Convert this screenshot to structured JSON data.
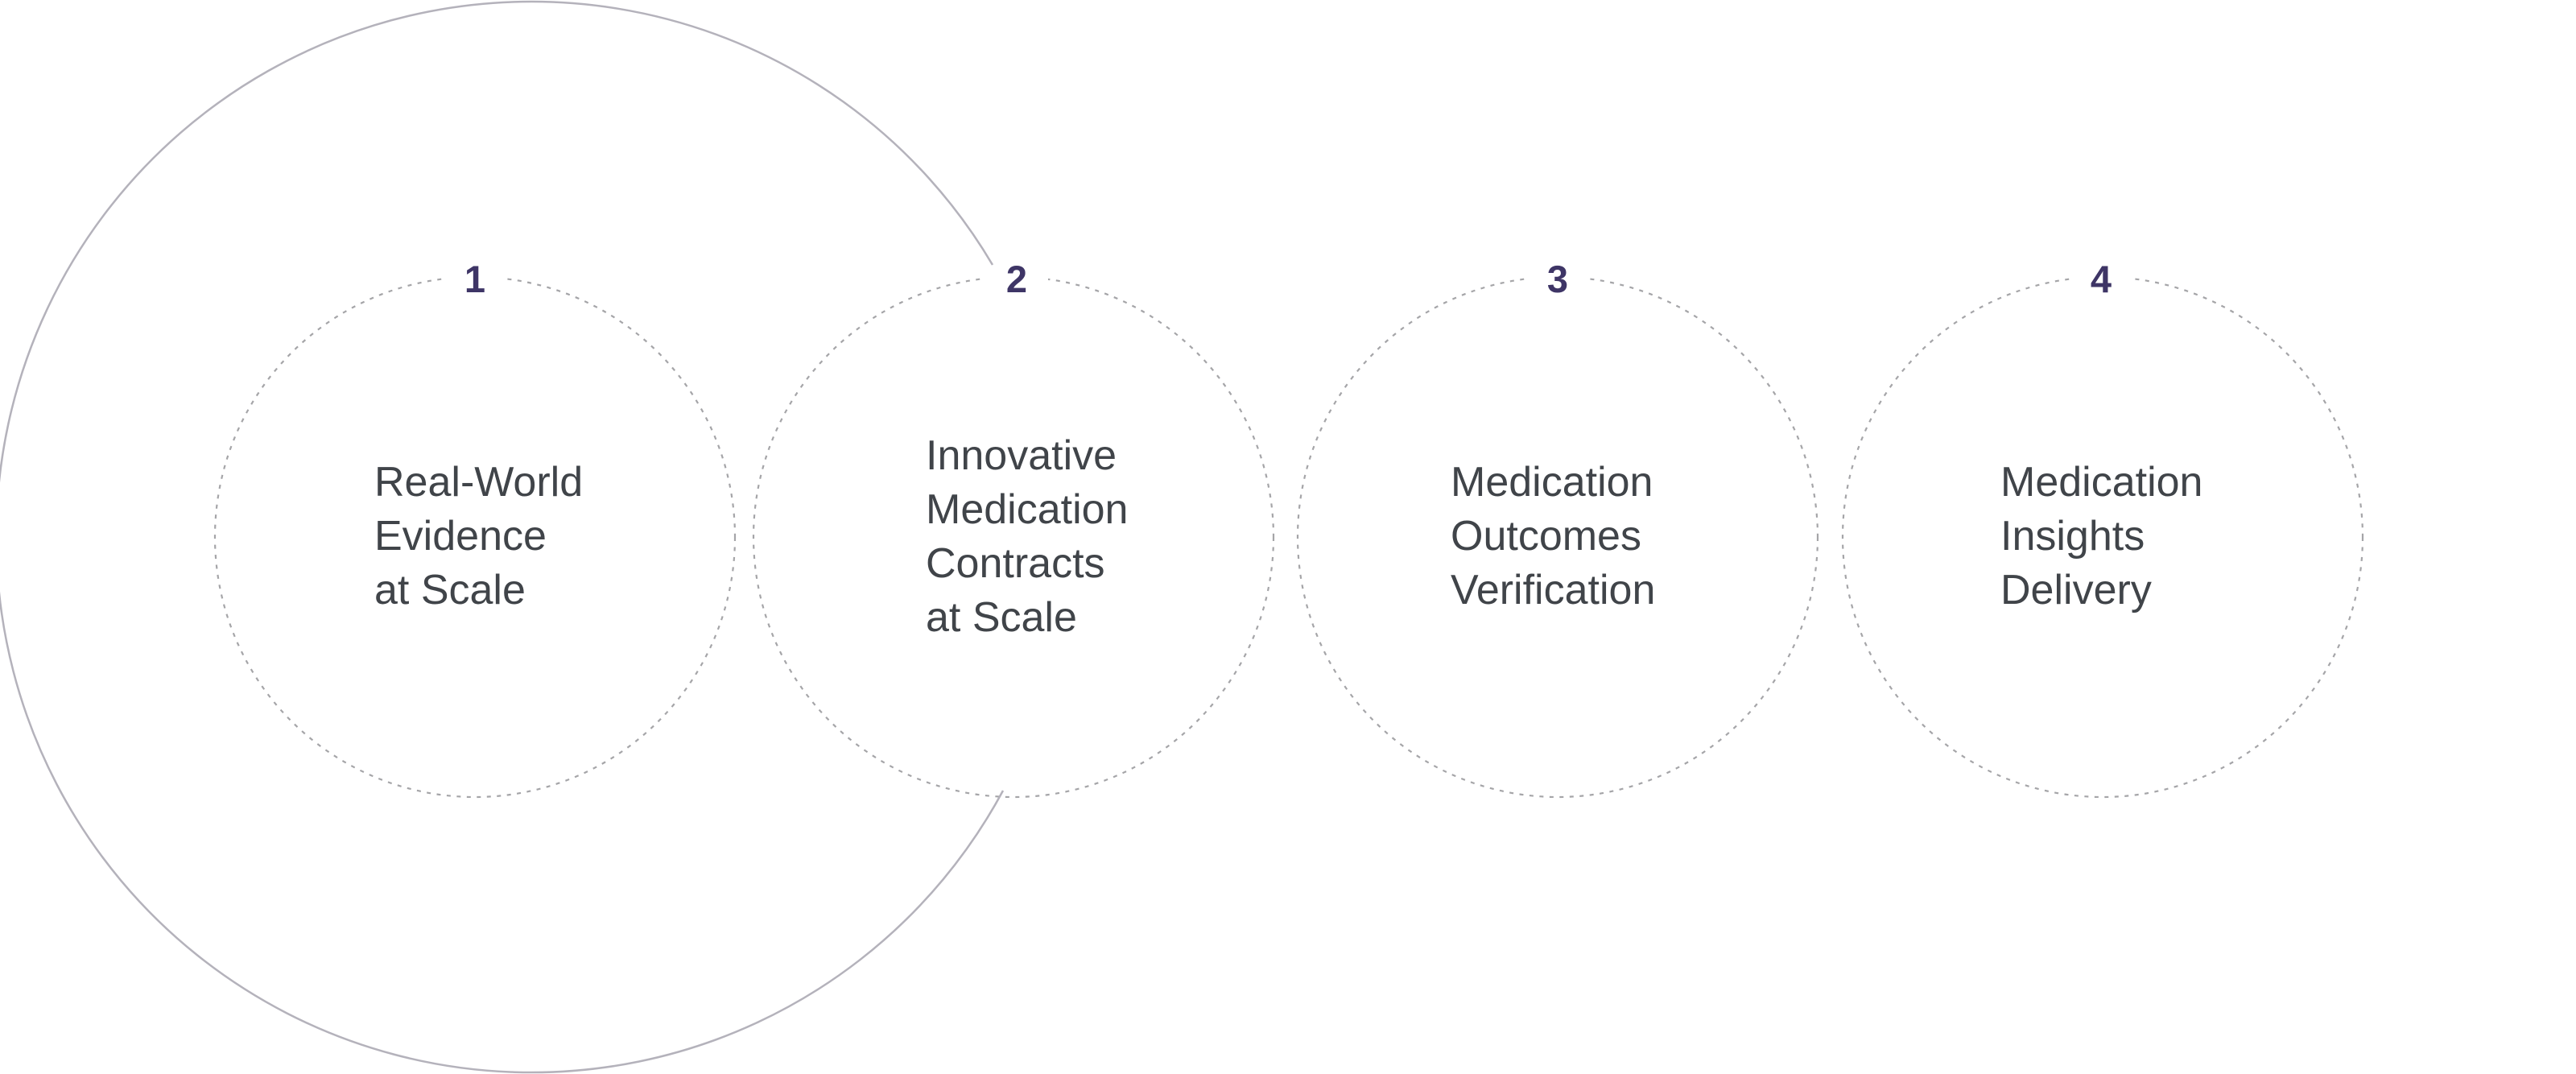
{
  "diagram": {
    "title": "medication-process-steps",
    "background_color": "#ffffff",
    "colors": {
      "outer_circle": "#b4b2bb",
      "dashed_circle": "#a5a5a8",
      "number": "#3e3566",
      "label": "#404449"
    },
    "steps": [
      {
        "number": "1",
        "lines": [
          "Real-World",
          "Evidence",
          "at Scale"
        ]
      },
      {
        "number": "2",
        "lines": [
          "Innovative",
          "Medication",
          "Contracts",
          "at Scale"
        ]
      },
      {
        "number": "3",
        "lines": [
          "Medication",
          "Outcomes",
          "Verification"
        ]
      },
      {
        "number": "4",
        "lines": [
          "Medication",
          "Insights",
          "Delivery"
        ]
      }
    ]
  }
}
